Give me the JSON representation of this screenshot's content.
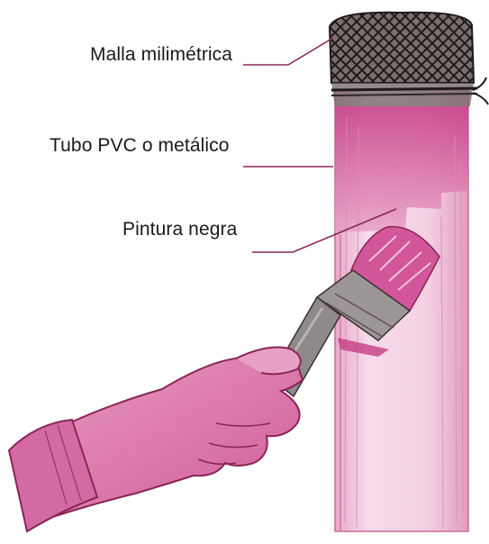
{
  "labels": {
    "malla": "Malla milimétrica",
    "tubo": "Tubo PVC o metálico",
    "pintura": "Pintura negra"
  },
  "colors": {
    "tube_fill": "#f3d4e4",
    "tube_edge": "#d77aa8",
    "paint": "#cf4a8f",
    "paint_dark": "#9e2a67",
    "mesh_fill": "#6c6060",
    "mesh_line": "#1f1a1a",
    "glove": "#e389b8",
    "glove_dark": "#b0457f",
    "handle": "#8f8a8a",
    "ink": "#2a2020"
  },
  "icons": {
    "mesh": "mesh-icon",
    "brush": "paintbrush-icon",
    "hand": "gloved-hand-icon"
  }
}
